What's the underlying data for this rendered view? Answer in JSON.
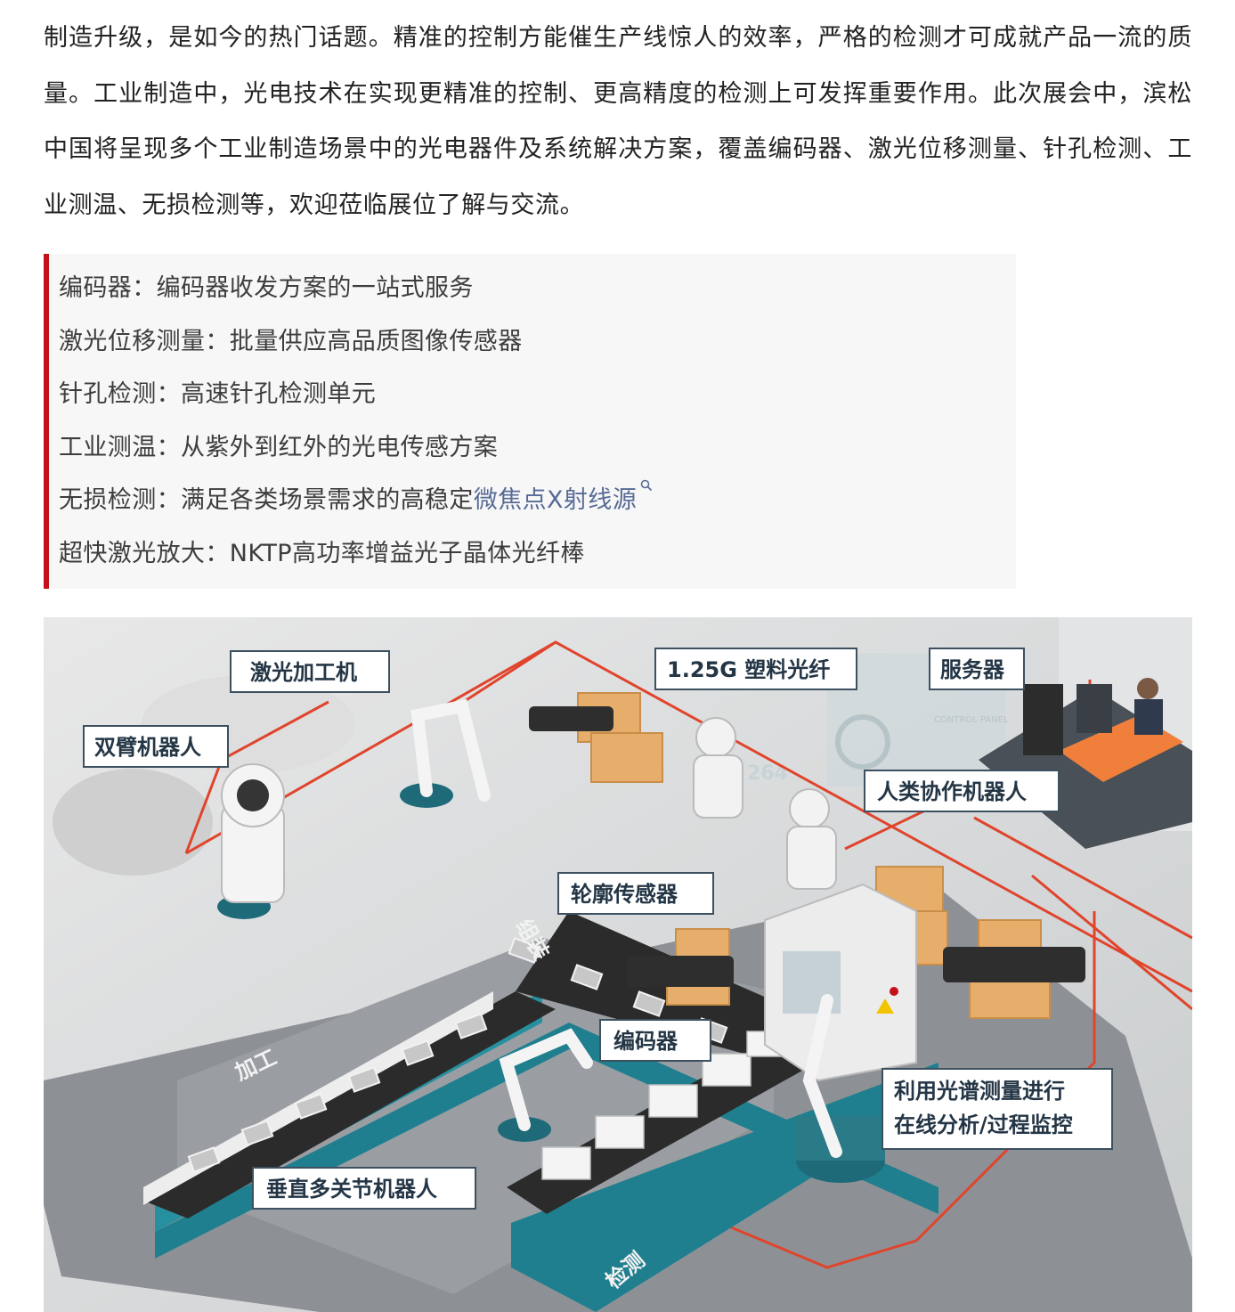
{
  "article": {
    "paragraph": "制造升级，是如今的热门话题。精准的控制方能催生产线惊人的效率，严格的检测才可成就产品一流的质量。工业制造中，光电技术在实现更精准的控制、更高精度的检测上可发挥重要作用。此次展会中，滨松中国将呈现多个工业制造场景中的光电器件及系统解决方案，覆盖编码器、激光位移测量、针孔检测、工业测温、无损检测等，欢迎莅临展位了解与交流。"
  },
  "quote": {
    "items": [
      "编码器：编码器收发方案的一站式服务",
      "激光位移测量：批量供应高品质图像传感器",
      "针孔检测：高速针孔检测单元",
      "工业测温：从紫外到红外的光电传感方案",
      "超快激光放大：NKTP高功率增益光子晶体光纤棒"
    ],
    "nd_prefix": "无损检测：满足各类场景需求的高稳定",
    "nd_link": "微焦点X射线源"
  },
  "figure": {
    "labels": {
      "laser_machine": "激光加工机",
      "fiber": "1.25G 塑料光纤",
      "server": "服务器",
      "dual_arm": "双臂机器人",
      "cobot": "人类协作机器人",
      "profile_sensor": "轮廓传感器",
      "encoder": "编码器",
      "spectro_1": "利用光谱测量进行",
      "spectro_2": "在线分析/过程监控",
      "vertical_robot": "垂直多关节机器人"
    },
    "floor": {
      "process": "加工",
      "assembly": "组装",
      "inspection": "检测"
    },
    "screen": {
      "panel": "CONTROL PANEL",
      "value": "264"
    }
  },
  "colors": {
    "accent_bar": "#c4101b",
    "link": "#576b95",
    "conveyor_teal": "#1e7f8e",
    "network_line": "#e0442c"
  }
}
